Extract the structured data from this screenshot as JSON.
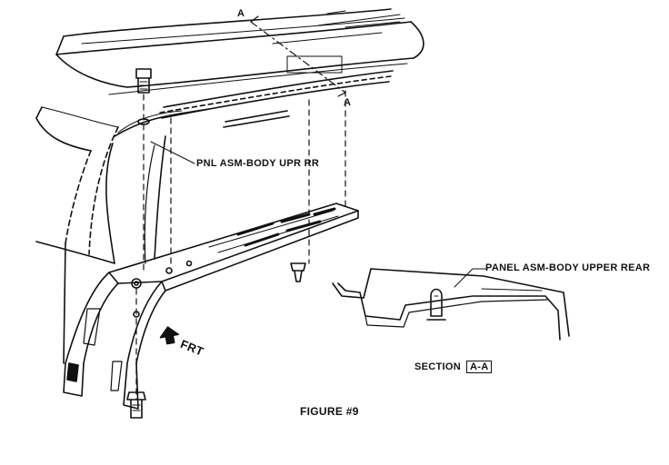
{
  "callouts": {
    "upper_panel": "PNL ASM-BODY UPR RR",
    "section_panel": "PANEL ASM-BODY UPPER REAR",
    "section_word": "SECTION",
    "section_id": "A-A",
    "figure": "FIGURE #9",
    "section_mark_top": "A",
    "section_mark_bottom": "A",
    "direction": "FRT"
  },
  "colors": {
    "ink": "#111111",
    "paper": "#ffffff"
  }
}
